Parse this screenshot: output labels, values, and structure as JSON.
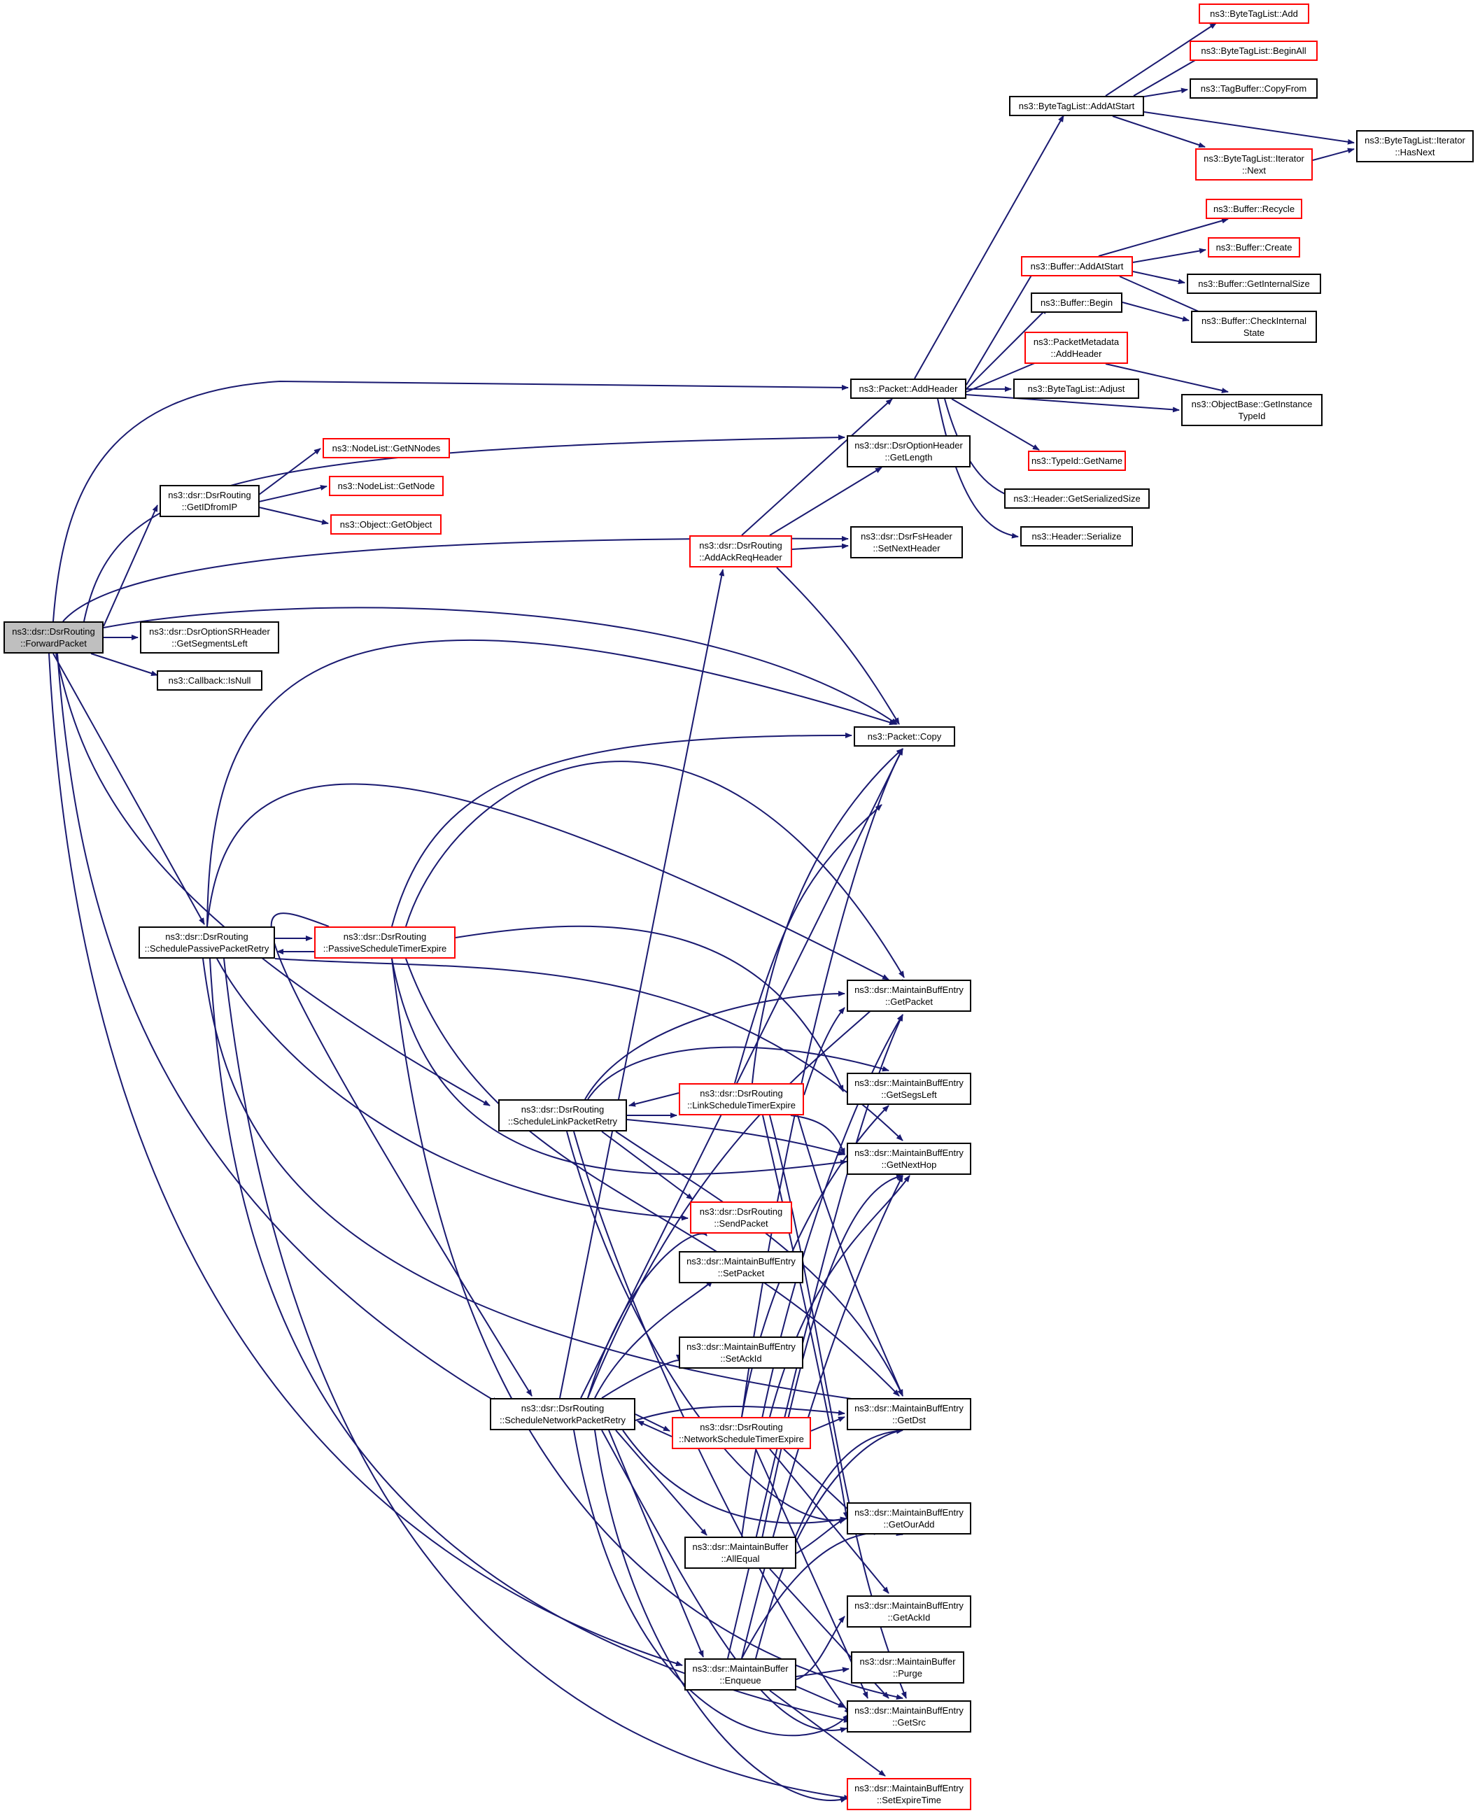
{
  "colors": {
    "edge": "#191970",
    "node_border": "#000000",
    "truncated_border": "#ff0000",
    "root_fill": "#bfbfbf"
  },
  "nodes": {
    "forwardPacket": {
      "lines": [
        "ns3::dsr::DsrRouting",
        "::ForwardPacket"
      ],
      "style": "root"
    },
    "getIDfromIP": {
      "lines": [
        "ns3::dsr::DsrRouting",
        "::GetIDfromIP"
      ],
      "style": "normal"
    },
    "getSegmentsLeft": {
      "lines": [
        "ns3::dsr::DsrOptionSRHeader",
        "::GetSegmentsLeft"
      ],
      "style": "normal"
    },
    "isNull": {
      "lines": [
        "ns3::Callback::IsNull"
      ],
      "style": "normal"
    },
    "nodeListGetNNodes": {
      "lines": [
        "ns3::NodeList::GetNNodes"
      ],
      "style": "truncated"
    },
    "nodeListGetNode": {
      "lines": [
        "ns3::NodeList::GetNode"
      ],
      "style": "truncated"
    },
    "objectGetObject": {
      "lines": [
        "ns3::Object::GetObject"
      ],
      "style": "truncated"
    },
    "schedulePassive": {
      "lines": [
        "ns3::dsr::DsrRouting",
        "::SchedulePassivePacketRetry"
      ],
      "style": "normal"
    },
    "passiveTimerExpire": {
      "lines": [
        "ns3::dsr::DsrRouting",
        "::PassiveScheduleTimerExpire"
      ],
      "style": "truncated"
    },
    "scheduleLink": {
      "lines": [
        "ns3::dsr::DsrRouting",
        "::ScheduleLinkPacketRetry"
      ],
      "style": "normal"
    },
    "linkTimerExpire": {
      "lines": [
        "ns3::dsr::DsrRouting",
        "::LinkScheduleTimerExpire"
      ],
      "style": "truncated"
    },
    "scheduleNetwork": {
      "lines": [
        "ns3::dsr::DsrRouting",
        "::ScheduleNetworkPacketRetry"
      ],
      "style": "normal"
    },
    "networkTimerExpire": {
      "lines": [
        "ns3::dsr::DsrRouting",
        "::NetworkScheduleTimerExpire"
      ],
      "style": "truncated"
    },
    "addAckReqHeader": {
      "lines": [
        "ns3::dsr::DsrRouting",
        "::AddAckReqHeader"
      ],
      "style": "truncated"
    },
    "sendPacket": {
      "lines": [
        "ns3::dsr::DsrRouting",
        "::SendPacket"
      ],
      "style": "truncated"
    },
    "setPacket": {
      "lines": [
        "ns3::dsr::MaintainBuffEntry",
        "::SetPacket"
      ],
      "style": "normal"
    },
    "setAckId": {
      "lines": [
        "ns3::dsr::MaintainBuffEntry",
        "::SetAckId"
      ],
      "style": "normal"
    },
    "allEqual": {
      "lines": [
        "ns3::dsr::MaintainBuffer",
        "::AllEqual"
      ],
      "style": "normal"
    },
    "enqueue": {
      "lines": [
        "ns3::dsr::MaintainBuffer",
        "::Enqueue"
      ],
      "style": "normal"
    },
    "packetAddHeader": {
      "lines": [
        "ns3::Packet::AddHeader"
      ],
      "style": "normal"
    },
    "optionHeaderGetLength": {
      "lines": [
        "ns3::dsr::DsrOptionHeader",
        "::GetLength"
      ],
      "style": "normal"
    },
    "fsHeaderSetNextHeader": {
      "lines": [
        "ns3::dsr::DsrFsHeader",
        "::SetNextHeader"
      ],
      "style": "normal"
    },
    "packetCopy": {
      "lines": [
        "ns3::Packet::Copy"
      ],
      "style": "normal"
    },
    "getPacket": {
      "lines": [
        "ns3::dsr::MaintainBuffEntry",
        "::GetPacket"
      ],
      "style": "normal"
    },
    "getSegsLeft": {
      "lines": [
        "ns3::dsr::MaintainBuffEntry",
        "::GetSegsLeft"
      ],
      "style": "normal"
    },
    "getNextHop": {
      "lines": [
        "ns3::dsr::MaintainBuffEntry",
        "::GetNextHop"
      ],
      "style": "normal"
    },
    "getDst": {
      "lines": [
        "ns3::dsr::MaintainBuffEntry",
        "::GetDst"
      ],
      "style": "normal"
    },
    "getOurAdd": {
      "lines": [
        "ns3::dsr::MaintainBuffEntry",
        "::GetOurAdd"
      ],
      "style": "normal"
    },
    "getAckId": {
      "lines": [
        "ns3::dsr::MaintainBuffEntry",
        "::GetAckId"
      ],
      "style": "normal"
    },
    "purge": {
      "lines": [
        "ns3::dsr::MaintainBuffer",
        "::Purge"
      ],
      "style": "normal"
    },
    "getSrc": {
      "lines": [
        "ns3::dsr::MaintainBuffEntry",
        "::GetSrc"
      ],
      "style": "normal"
    },
    "setExpireTime": {
      "lines": [
        "ns3::dsr::MaintainBuffEntry",
        "::SetExpireTime"
      ],
      "style": "truncated"
    },
    "byteTagListAddAtStart": {
      "lines": [
        "ns3::ByteTagList::AddAtStart"
      ],
      "style": "normal"
    },
    "byteTagListAdd": {
      "lines": [
        "ns3::ByteTagList::Add"
      ],
      "style": "truncated"
    },
    "byteTagListBeginAll": {
      "lines": [
        "ns3::ByteTagList::BeginAll"
      ],
      "style": "truncated"
    },
    "tagBufferCopyFrom": {
      "lines": [
        "ns3::TagBuffer::CopyFrom"
      ],
      "style": "normal"
    },
    "iteratorHasNext": {
      "lines": [
        "ns3::ByteTagList::Iterator",
        "::HasNext"
      ],
      "style": "normal"
    },
    "iteratorNext": {
      "lines": [
        "ns3::ByteTagList::Iterator",
        "::Next"
      ],
      "style": "truncated"
    },
    "bufferRecycle": {
      "lines": [
        "ns3::Buffer::Recycle"
      ],
      "style": "truncated"
    },
    "bufferCreate": {
      "lines": [
        "ns3::Buffer::Create"
      ],
      "style": "truncated"
    },
    "bufferAddAtStart": {
      "lines": [
        "ns3::Buffer::AddAtStart"
      ],
      "style": "truncated"
    },
    "bufferGetInternalSize": {
      "lines": [
        "ns3::Buffer::GetInternalSize"
      ],
      "style": "normal"
    },
    "bufferBegin": {
      "lines": [
        "ns3::Buffer::Begin"
      ],
      "style": "normal"
    },
    "bufferCheckInternalState": {
      "lines": [
        "ns3::Buffer::CheckInternal",
        "State"
      ],
      "style": "normal"
    },
    "packetMetadataAddHeader": {
      "lines": [
        "ns3::PacketMetadata",
        "::AddHeader"
      ],
      "style": "truncated"
    },
    "byteTagListAdjust": {
      "lines": [
        "ns3::ByteTagList::Adjust"
      ],
      "style": "normal"
    },
    "objectBaseGetInstanceTypeId": {
      "lines": [
        "ns3::ObjectBase::GetInstance",
        "TypeId"
      ],
      "style": "normal"
    },
    "typeIdGetName": {
      "lines": [
        "ns3::TypeId::GetName"
      ],
      "style": "truncated"
    },
    "headerGetSerializedSize": {
      "lines": [
        "ns3::Header::GetSerializedSize"
      ],
      "style": "normal"
    },
    "headerSerialize": {
      "lines": [
        "ns3::Header::Serialize"
      ],
      "style": "normal"
    }
  }
}
